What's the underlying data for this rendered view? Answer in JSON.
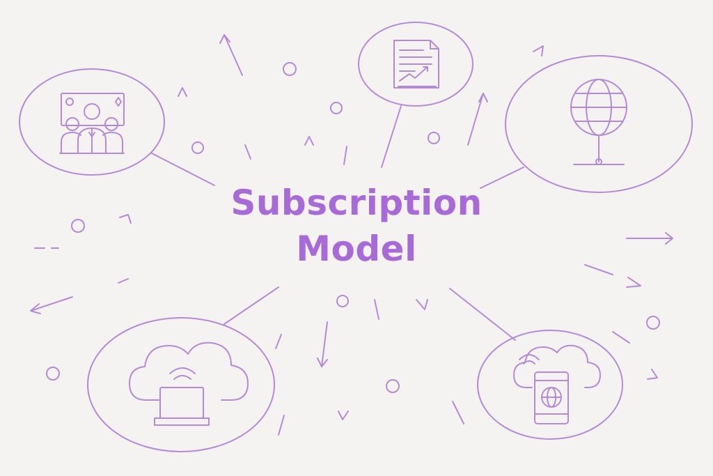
{
  "title": {
    "line1": "Subscription",
    "line2": "Model"
  },
  "colors": {
    "background": "#f4f3f1",
    "accent": "#a86ad6",
    "line": "#b48ad8"
  },
  "nodes": [
    {
      "id": "team",
      "icon": "team-money-icon"
    },
    {
      "id": "document",
      "icon": "document-chart-icon"
    },
    {
      "id": "globe",
      "icon": "globe-network-icon"
    },
    {
      "id": "cloud-laptop",
      "icon": "cloud-laptop-icon"
    },
    {
      "id": "cloud-phone",
      "icon": "cloud-phone-icon"
    }
  ]
}
